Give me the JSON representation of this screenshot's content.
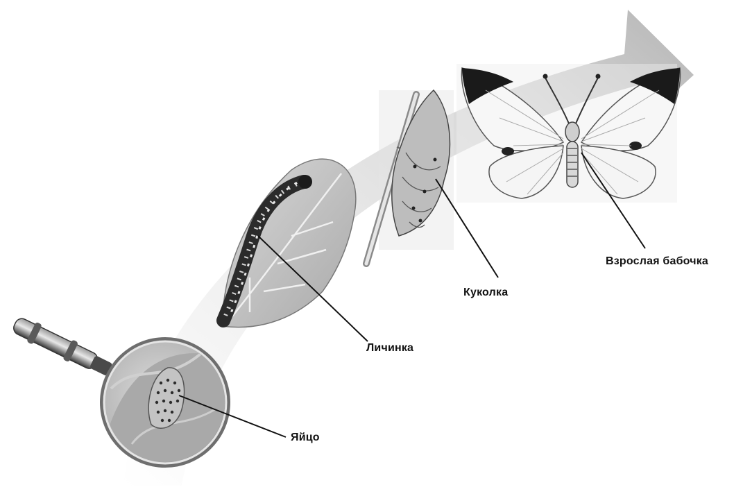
{
  "stages": [
    {
      "id": "egg",
      "label": "Яйцо"
    },
    {
      "id": "larva",
      "label": "Личинка"
    },
    {
      "id": "pupa",
      "label": "Куколка"
    },
    {
      "id": "adult",
      "label": "Взрослая бабочка"
    }
  ],
  "colors": {
    "arrow_light": "#f4f4f4",
    "arrow_dark": "#b9b9b9",
    "leader_line": "#111111",
    "wing_tip": "#1a1a1a",
    "leaf": "#c9c9c9"
  },
  "icons": [
    "magnifying-glass-icon",
    "caterpillar-icon",
    "chrysalis-icon",
    "butterfly-icon"
  ]
}
